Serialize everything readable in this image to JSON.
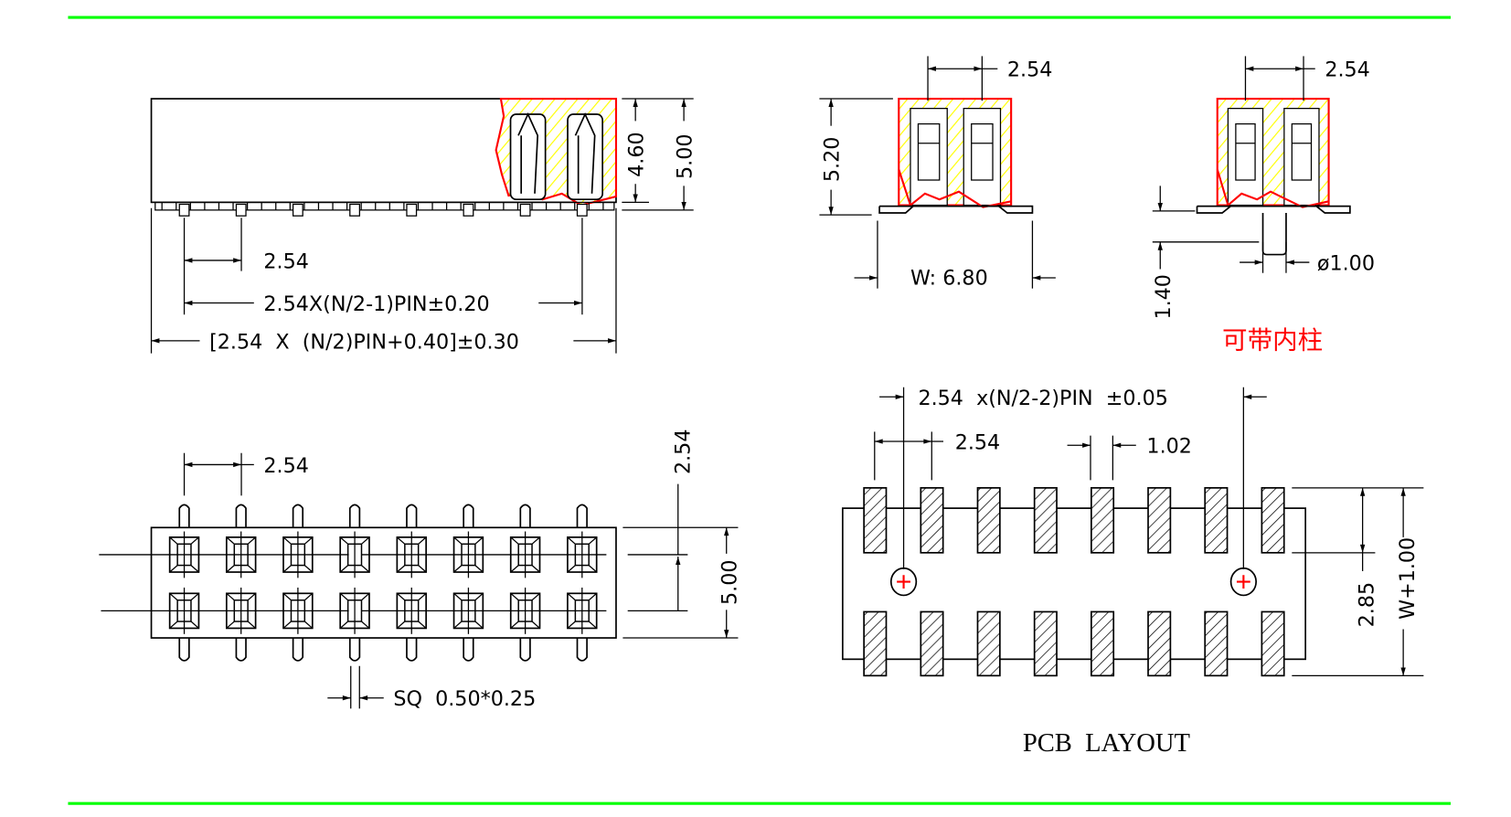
{
  "colors": {
    "frame_line": "#00ff00",
    "section_hatch": "#ffff00",
    "section_outline": "#ff0000",
    "line": "#000000"
  },
  "side_view": {
    "pitch": "2.54",
    "span": "2.54X(N/2-1)PIN±0.20",
    "overall": "[2.54  X  (N/2)PIN+0.40]±0.30",
    "height_inner": "4.60",
    "height_total": "5.00"
  },
  "end_view": {
    "pitch": "2.54",
    "height": "5.20",
    "width": "W: 6.80"
  },
  "end_view_post": {
    "pitch": "2.54",
    "post_height": "1.40",
    "post_diameter": "ø1.00",
    "note": "可带内柱"
  },
  "top_view": {
    "pitch_x": "2.54",
    "pitch_y": "2.54",
    "height": "5.00",
    "pin_size": "SQ  0.50*0.25",
    "pins_per_row": 8
  },
  "pcb_layout": {
    "title": "PCB  LAYOUT",
    "span": "2.54  x(N/2-2)PIN  ±0.05",
    "pitch": "2.54",
    "pad_width": "1.02",
    "pad_gap": "2.85",
    "pad_span": "W+1.00",
    "pads_per_row": 8
  }
}
